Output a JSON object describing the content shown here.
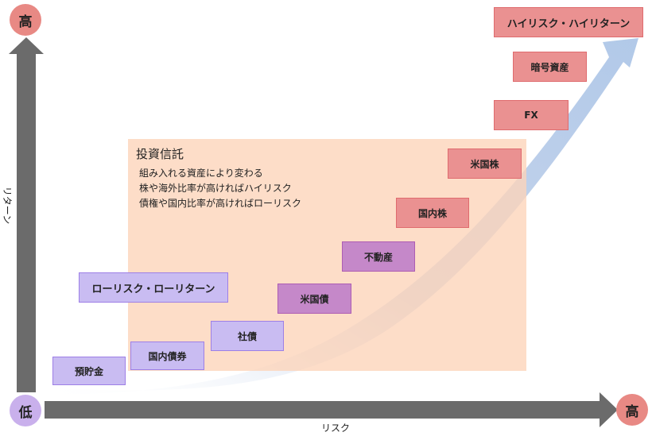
{
  "axes": {
    "y_high_label": "高",
    "y_title": "リターン",
    "origin_label": "低",
    "x_high_label": "高",
    "x_title": "リスク"
  },
  "fund": {
    "title": "投資信託",
    "notes": [
      "組み入れる資産により変わる",
      "株や海外比率が高ければハイリスク",
      "債権や国内比率が高ければローリスク"
    ]
  },
  "legend": {
    "low": "ローリスク・ローリターン",
    "high": "ハイリスク・ハイリターン"
  },
  "assets": [
    {
      "label": "預貯金",
      "tier": "low"
    },
    {
      "label": "国内債券",
      "tier": "low"
    },
    {
      "label": "社債",
      "tier": "low"
    },
    {
      "label": "米国債",
      "tier": "mid"
    },
    {
      "label": "不動産",
      "tier": "mid"
    },
    {
      "label": "国内株",
      "tier": "high"
    },
    {
      "label": "米国株",
      "tier": "high"
    },
    {
      "label": "FX",
      "tier": "high"
    },
    {
      "label": "暗号資産",
      "tier": "high"
    }
  ],
  "colors": {
    "low_fill": "#c9bcf2",
    "mid_fill": "#c588c9",
    "high_fill": "#ea9191",
    "axis": "#6b6b6b",
    "fund_area": "#fcd4b8",
    "curve": "#a9c3e6"
  }
}
